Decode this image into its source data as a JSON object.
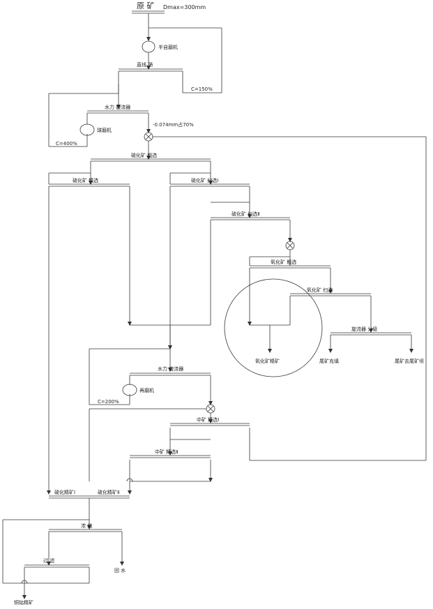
{
  "title": {
    "ore": "原 矿",
    "size": "Dmax=300mm"
  },
  "labels": {
    "sag_mill": "半自磨机",
    "screen": "直线 筛",
    "c150": "C=150%",
    "hydrocyclone1": "水力 旋流器",
    "ball_mill": "球磨机",
    "fineness": "-0.074mm占70%",
    "c400": "C=400%",
    "sulfide_rougher": "硫化矿 粗选",
    "sulfide_cleaner": "硫化矿 精选",
    "sulfide_scav1": "硫化矿 扫选Ⅰ",
    "sulfide_scav2": "硫化矿 扫选Ⅱ",
    "oxide_rougher": "氧化矿 粗选",
    "oxide_scav": "氧化矿 扫选",
    "cyclone_classify": "旋流器 分级",
    "oxide_conc": "氧化矿精矿",
    "tail_fill": "尾矿充填",
    "tail_dam": "尾矿去尾矿坝",
    "hydrocyclone2": "水力 旋流器",
    "regrind_mill": "再磨机",
    "c200": "C=200%",
    "middling_cleaner1": "中矿 精选Ⅰ",
    "middling_cleaner2": "中矿 精选Ⅱ",
    "sulfide_conc1": "硫化精矿Ⅰ",
    "sulfide_conc2": "硫化精矿Ⅱ",
    "thickening": "浓 缩",
    "filtration": "过 滤",
    "return_water": "回 水",
    "final_conc": "铜钴精矿"
  }
}
